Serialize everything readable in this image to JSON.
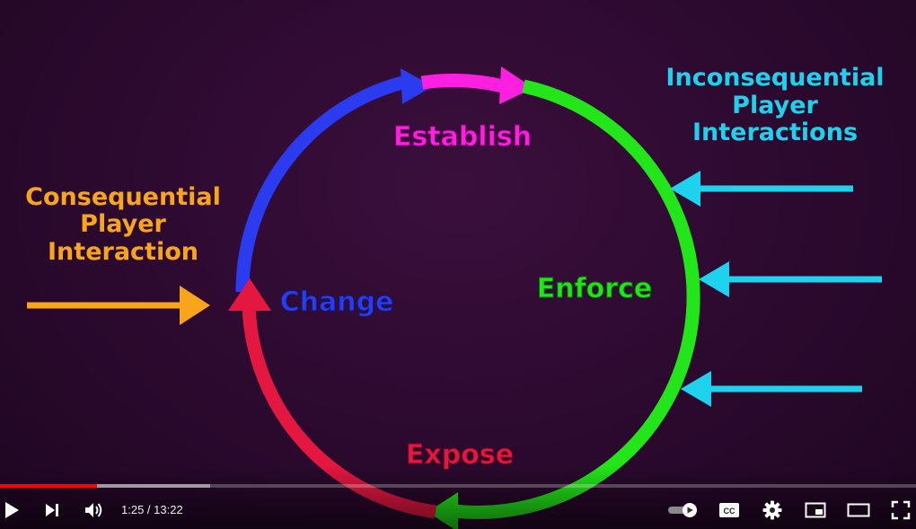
{
  "diagram": {
    "labels": {
      "establish": "Establish",
      "enforce": "Enforce",
      "expose": "Expose",
      "change": "Change"
    },
    "left_note": [
      "Consequential",
      "Player",
      "Interaction"
    ],
    "right_note": [
      "Inconsequential",
      "Player",
      "Interactions"
    ],
    "colors": {
      "establish": "#ff1fe0",
      "enforce": "#22e51a",
      "expose": "#e3173f",
      "change": "#2a3bf0",
      "left_note": "#f9a51b",
      "right_note": "#1ed2ee"
    }
  },
  "player": {
    "time_current": "1:25",
    "time_separator": " / ",
    "time_total": "13:22",
    "progress_played": 0.106,
    "progress_buffered": 0.229,
    "progress_color": "#ff0000",
    "icons": [
      "play-icon",
      "next-icon",
      "volume-icon",
      "autoplay-toggle-icon",
      "captions-icon",
      "settings-icon",
      "miniplayer-icon",
      "theater-mode-icon",
      "fullscreen-icon"
    ],
    "captions_label": "CC"
  }
}
